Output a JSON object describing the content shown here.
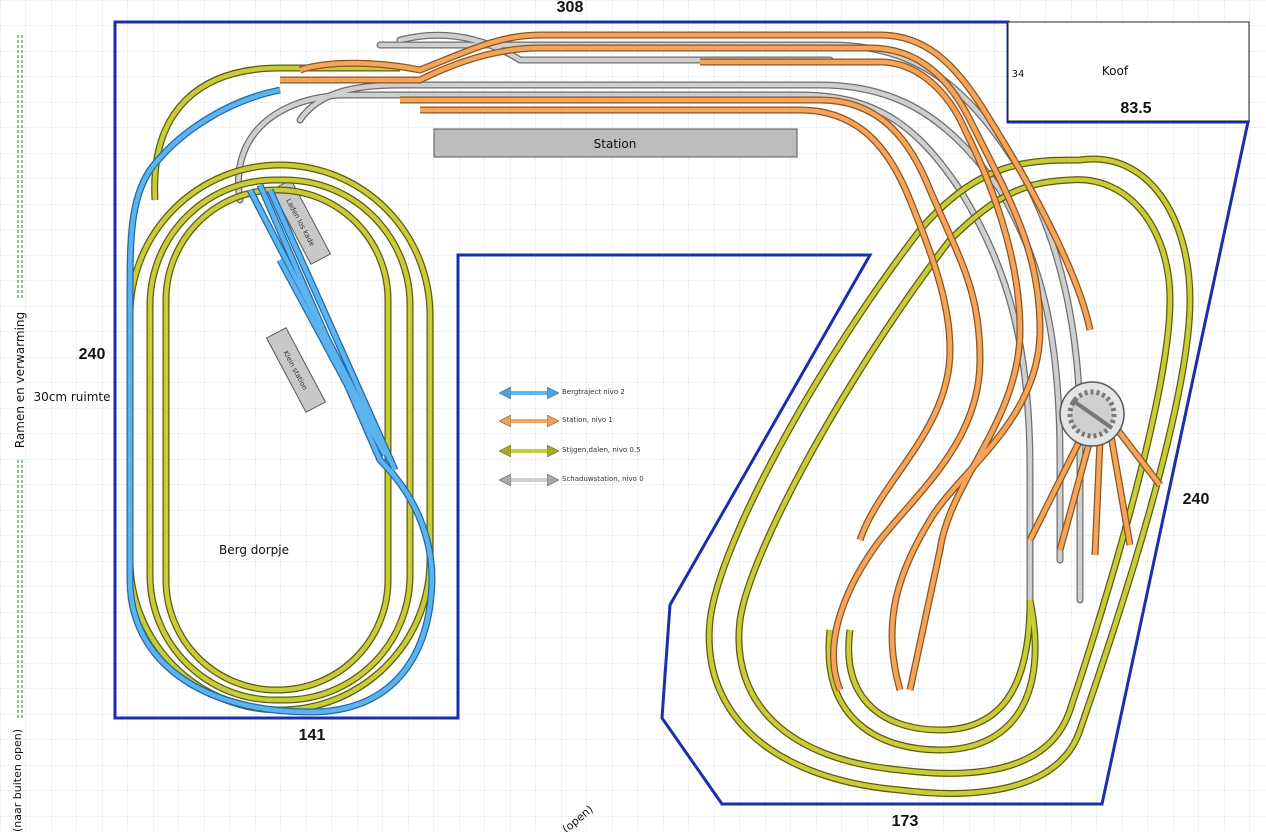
{
  "dimensions": {
    "top": "308",
    "left": "240",
    "right": "240",
    "bottom_left": "141",
    "bottom_right": "173",
    "koof_depth": "83.5",
    "koof_small": "34"
  },
  "labels": {
    "koof": "Koof",
    "station": "Station",
    "berg_dorpje": "Berg dorpje",
    "laden_kade": "Laden los kade",
    "klein_station": "Klein station",
    "wall_side": "Ramen en verwarming",
    "clearance": "30cm ruimte",
    "corner_text": "(naar buiten open)",
    "bottom_text": "(open)"
  },
  "legend": [
    {
      "label": "Bergtraject nivo 2",
      "color": "#4da3e0"
    },
    {
      "label": "Station, nivo 1",
      "color": "#f0a050"
    },
    {
      "label": "Stijgen,dalen, nivo 0.5",
      "color": "#a8ac1c"
    },
    {
      "label": "Schaduwstation, nivo 0",
      "color": "#a9a9a9"
    }
  ],
  "colors": {
    "outline": "#1a2fa8",
    "grid": "#dde3ea",
    "blue_track": "#4da3e0",
    "orange_track": "#f0a050",
    "olive_track": "#a8ac1c",
    "grey_track": "#a9a9a9"
  }
}
